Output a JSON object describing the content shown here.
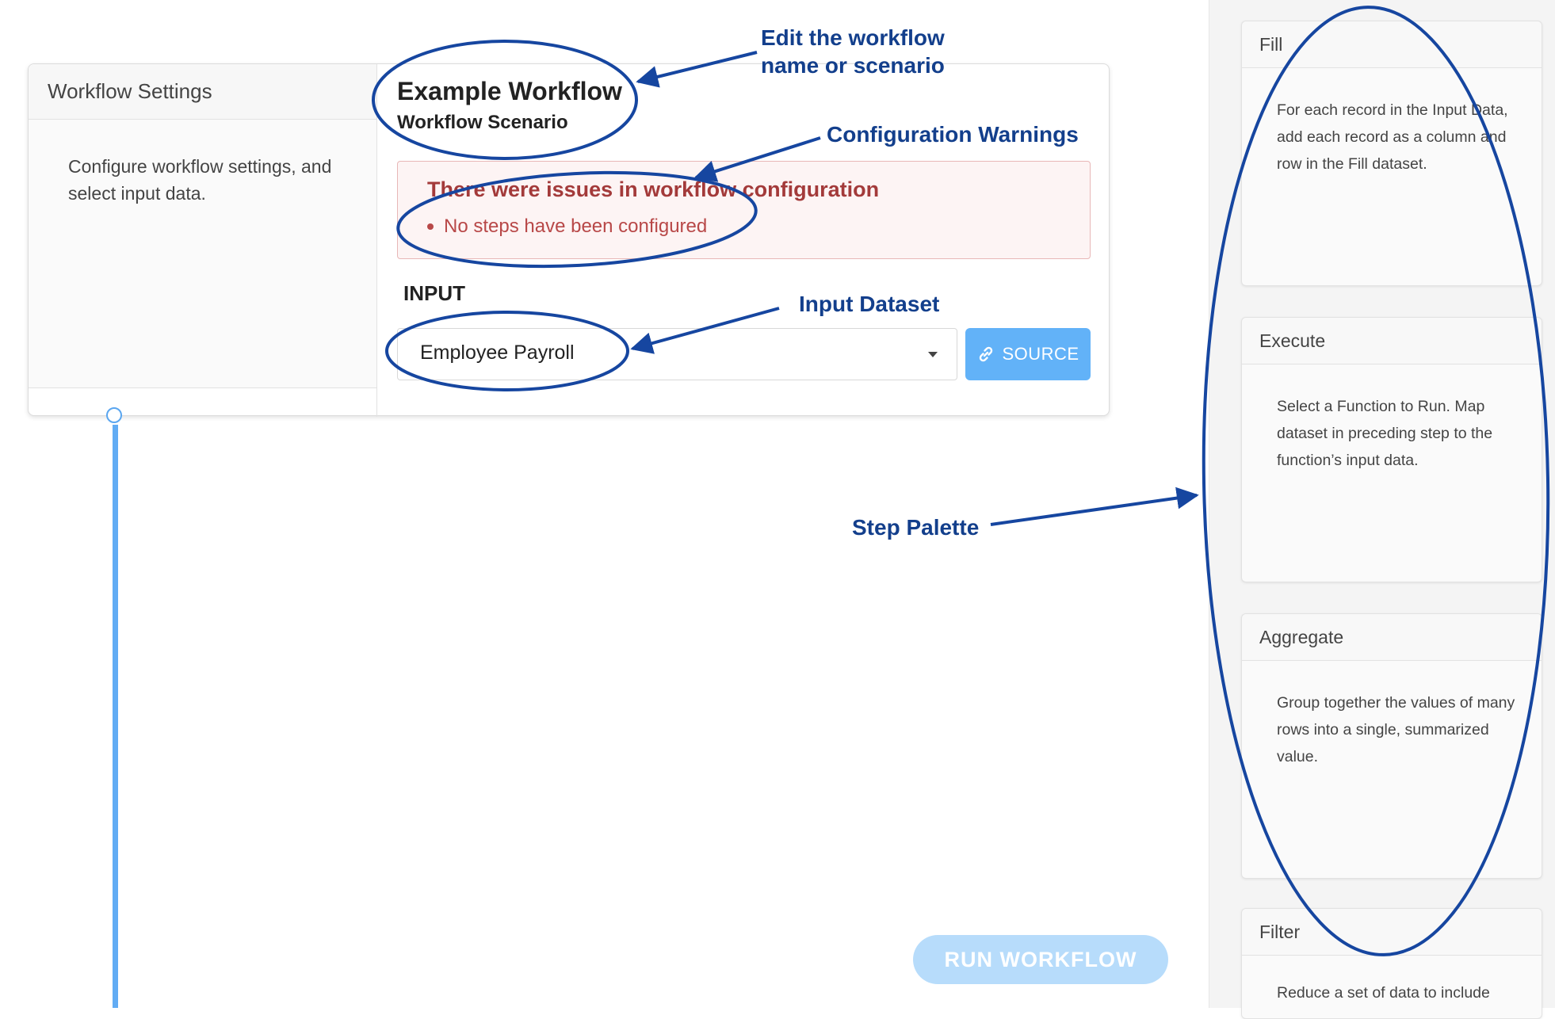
{
  "settings": {
    "header": "Workflow Settings",
    "description": "Configure workflow settings, and select input data."
  },
  "workflow": {
    "name": "Example Workflow",
    "scenario": "Workflow Scenario"
  },
  "warnings": {
    "title": "There were issues in workflow configuration",
    "items": [
      "No steps have been configured"
    ]
  },
  "input": {
    "label": "INPUT",
    "selected": "Employee Payroll",
    "source_label": "SOURCE"
  },
  "run_label": "RUN WORKFLOW",
  "palette": [
    {
      "title": "Fill",
      "description": "For each record in the Input Data, add each record as a column and row in the Fill dataset."
    },
    {
      "title": "Execute",
      "description": "Select a Function to Run. Map dataset in preceding step to the function’s input data."
    },
    {
      "title": "Aggregate",
      "description": "Group together the values of many rows into a single, summarized value."
    },
    {
      "title": "Filter",
      "description": "Reduce a set of data to include"
    }
  ],
  "annotations": {
    "edit_name": "Edit the workflow name or scenario",
    "config_warnings": "Configuration Warnings",
    "input_dataset": "Input Dataset",
    "step_palette": "Step Palette"
  },
  "colors": {
    "annotation": "#133f8c",
    "accent": "#62b2f8",
    "warning_text": "#a33a3a"
  }
}
